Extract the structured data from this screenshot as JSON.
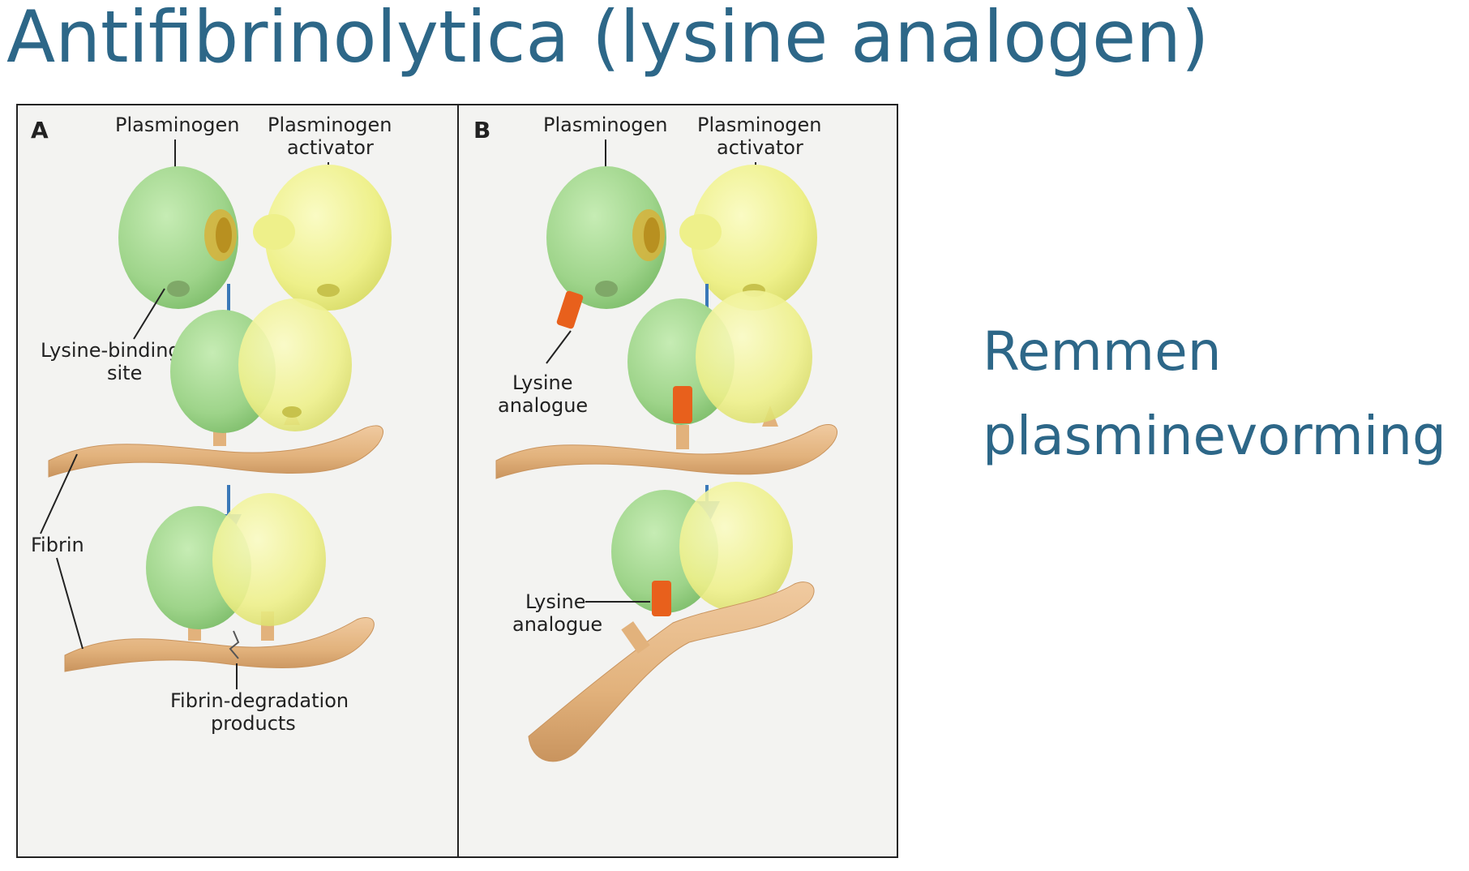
{
  "slide": {
    "title": "Antifibrinolytica (lysine analogen)",
    "subtitle_line1": "Remmen",
    "subtitle_line2": "plasminevorming"
  },
  "figure": {
    "panel_a": {
      "letter": "A",
      "plasminogen": "Plasminogen",
      "activator_line1": "Plasminogen",
      "activator_line2": "activator",
      "lbs_line1": "Lysine-binding",
      "lbs_line2": "site",
      "fibrin": "Fibrin",
      "fdp_line1": "Fibrin-degradation",
      "fdp_line2": "products"
    },
    "panel_b": {
      "letter": "B",
      "plasminogen": "Plasminogen",
      "activator_line1": "Plasminogen",
      "activator_line2": "activator",
      "la1_line1": "Lysine",
      "la1_line2": "analogue",
      "la2_line1": "Lysine",
      "la2_line2": "analogue"
    },
    "colors": {
      "title": "#2d6788",
      "plasminogen": "#9ed48a",
      "activator": "#eef08a",
      "fibrin": "#e2b27c",
      "lysine_analogue": "#e8601c",
      "arrow": "#3a78b8"
    }
  }
}
